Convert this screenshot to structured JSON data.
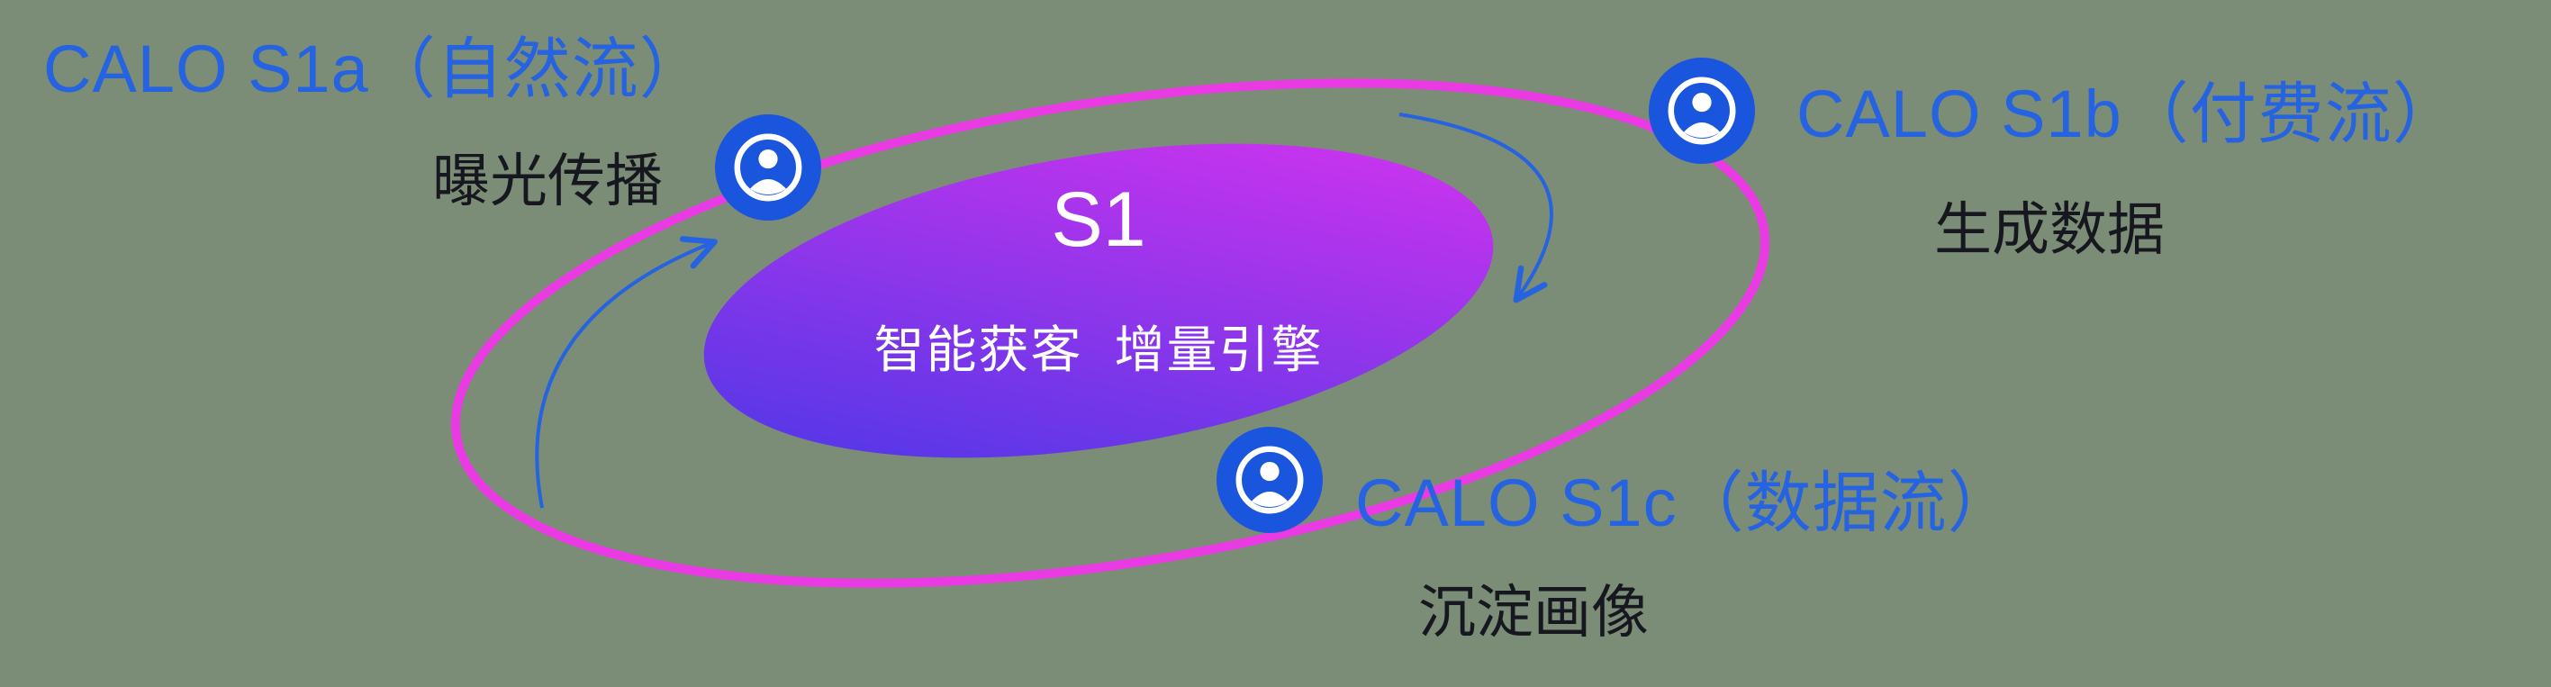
{
  "colors": {
    "background": "#7c8d77",
    "label-blue": "#2563e0",
    "label-dark": "#17171f",
    "ellipse-stroke": "#ea3ae3",
    "gradient-start": "#4438e6",
    "gradient-end": "#dc33ef",
    "icon-blue": "#1a55dd",
    "arrow-blue": "#2563e0"
  },
  "center": {
    "title": "S1",
    "subtitle": "智能获客  增量引擎"
  },
  "nodes": [
    {
      "label": "CALO S1a（自然流）",
      "sublabel": "曝光传播",
      "icon": "user-avatar-icon"
    },
    {
      "label": "CALO S1b（付费流）",
      "sublabel": "生成数据",
      "icon": "user-avatar-icon"
    },
    {
      "label": "CALO S1c（数据流）",
      "sublabel": "沉淀画像",
      "icon": "user-avatar-icon"
    }
  ]
}
